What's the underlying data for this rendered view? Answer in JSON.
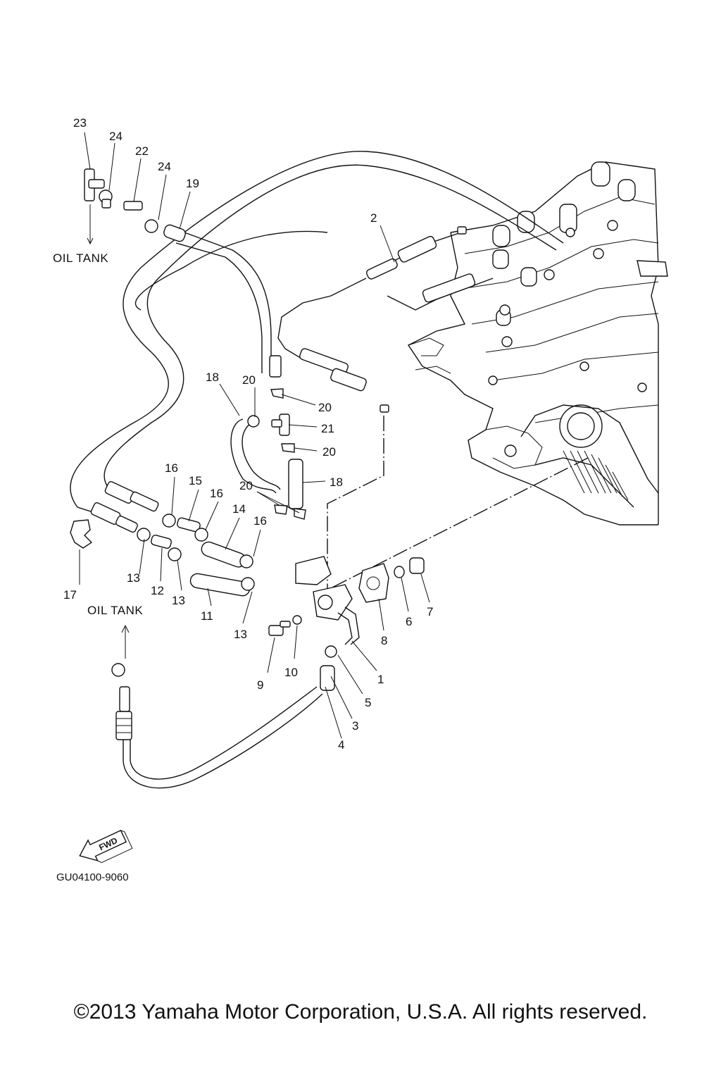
{
  "diagram": {
    "callouts": [
      "1",
      "2",
      "3",
      "4",
      "5",
      "6",
      "7",
      "8",
      "9",
      "10",
      "11",
      "12",
      "13",
      "13",
      "13",
      "13",
      "14",
      "15",
      "16",
      "16",
      "16",
      "17",
      "18",
      "18",
      "19",
      "20",
      "20",
      "20",
      "20",
      "20",
      "21",
      "22",
      "23",
      "24",
      "24"
    ],
    "labels": {
      "oil_tank_top": "OIL TANK",
      "oil_tank_bottom": "OIL TANK",
      "fwd_badge": "FWD",
      "diagram_code": "GU04100-9060"
    }
  },
  "footer": {
    "copyright": "©2013 Yamaha Motor Corporation, U.S.A. All rights reserved."
  }
}
